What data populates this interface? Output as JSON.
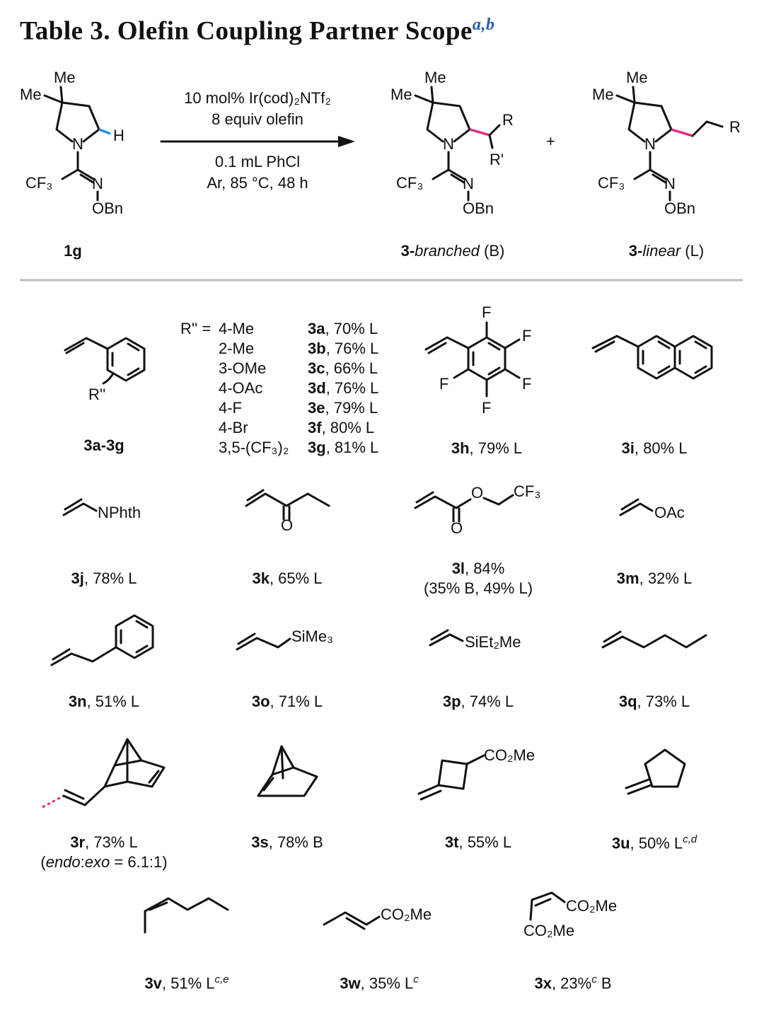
{
  "title": {
    "text": "Table 3. Olefin Coupling Partner Scope",
    "footnotes": "a,b"
  },
  "scheme": {
    "core_labels": {
      "me": "Me",
      "n": "N",
      "cf3": "CF₃",
      "oxime_n": "N",
      "obn": "OBn"
    },
    "h": "H",
    "r": "R",
    "r_prime": "R'",
    "plus": "+",
    "conditions": [
      "10 mol% Ir(cod)₂NTf₂",
      "8 equiv olefin",
      "0.1 mL PhCl",
      "Ar, 85 °C, 48 h"
    ],
    "starting_material": "1g",
    "branched": {
      "num": "3-",
      "name": "branched",
      "tag": "(B)"
    },
    "linear": {
      "num": "3-",
      "name": "linear",
      "tag": "(L)"
    },
    "colors": {
      "ch_bond": "#2e8fe0",
      "new_bond": "#e8267a"
    }
  },
  "styrene_series": {
    "r_label": "R''",
    "group_label": "3a-3g",
    "prefix": "R'' =",
    "rows": [
      {
        "sub": "4-Me",
        "id": "3a",
        "yield": ", 70% L"
      },
      {
        "sub": "2-Me",
        "id": "3b",
        "yield": ", 76% L"
      },
      {
        "sub": "3-OMe",
        "id": "3c",
        "yield": ", 66% L"
      },
      {
        "sub": "4-OAc",
        "id": "3d",
        "yield": ", 76% L"
      },
      {
        "sub": "4-F",
        "id": "3e",
        "yield": ", 79% L"
      },
      {
        "sub": "4-Br",
        "id": "3f",
        "yield": ",  80% L"
      },
      {
        "sub": "3,5-(CF₃)₂",
        "id": "3g",
        "yield": ", 81% L"
      }
    ]
  },
  "atom_labels": {
    "f": "F",
    "nphth": "NPhth",
    "o": "O",
    "cf3": "CF₃",
    "oac": "OAc",
    "sime3": "SiMe₃",
    "siet2me": "SiEt₂Me",
    "co2me": "CO₂Me"
  },
  "entries": {
    "h": {
      "id": "3h",
      "yield": ", 79% L"
    },
    "i": {
      "id": "3i",
      "yield": ", 80% L"
    },
    "j": {
      "id": "3j",
      "yield": ", 78% L"
    },
    "k": {
      "id": "3k",
      "yield": ", 65% L"
    },
    "l": {
      "id": "3l",
      "yield": ", 84%",
      "note": "(35% B, 49% L)"
    },
    "m": {
      "id": "3m",
      "yield": ", 32% L"
    },
    "n": {
      "id": "3n",
      "yield": ", 51% L"
    },
    "o": {
      "id": "3o",
      "yield": ", 71% L"
    },
    "p": {
      "id": "3p",
      "yield": ", 74% L"
    },
    "q": {
      "id": "3q",
      "yield": ", 73% L"
    },
    "r": {
      "id": "3r",
      "yield": ", 73% L",
      "note_open": "(",
      "endo": "endo",
      "colon": ":",
      "exo": "exo",
      "ratio": " = 6.1:1)"
    },
    "s": {
      "id": "3s",
      "yield": ", 78% B"
    },
    "t": {
      "id": "3t",
      "yield": ", 55% L"
    },
    "u": {
      "id": "3u",
      "yield": ", 50% L",
      "sup": "c,d"
    },
    "v": {
      "id": "3v",
      "yield": ", 51% L",
      "sup": "c,e"
    },
    "w": {
      "id": "3w",
      "yield": ", 35% L",
      "sup": "c"
    },
    "x": {
      "id": "3x",
      "yield": ", 23%",
      "sup": "c",
      "suffix": " B"
    }
  }
}
